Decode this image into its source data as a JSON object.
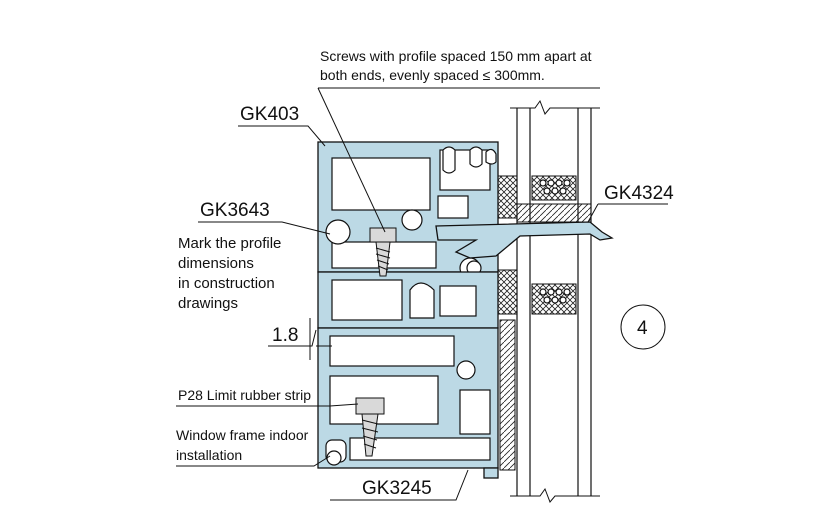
{
  "labels": {
    "screw_note_line1": "Screws with profile spaced 150 mm apart at",
    "screw_note_line2": "both ends, evenly spaced ≤ 300mm.",
    "gk403": "GK403",
    "gk3643": "GK3643",
    "gk4324": "GK4324",
    "gk3245": "GK3245",
    "mark_line1": "Mark the profile",
    "mark_line2": "dimensions",
    "mark_line3": "in construction",
    "mark_line4": "drawings",
    "dimension": "1.8",
    "rubber_strip": "P28 Limit rubber strip",
    "window_line1": "Window frame indoor",
    "window_line2": "installation",
    "detail_number": "4"
  },
  "colors": {
    "profile_fill": "#bcd9e5",
    "line": "#111111",
    "background": "#ffffff"
  }
}
